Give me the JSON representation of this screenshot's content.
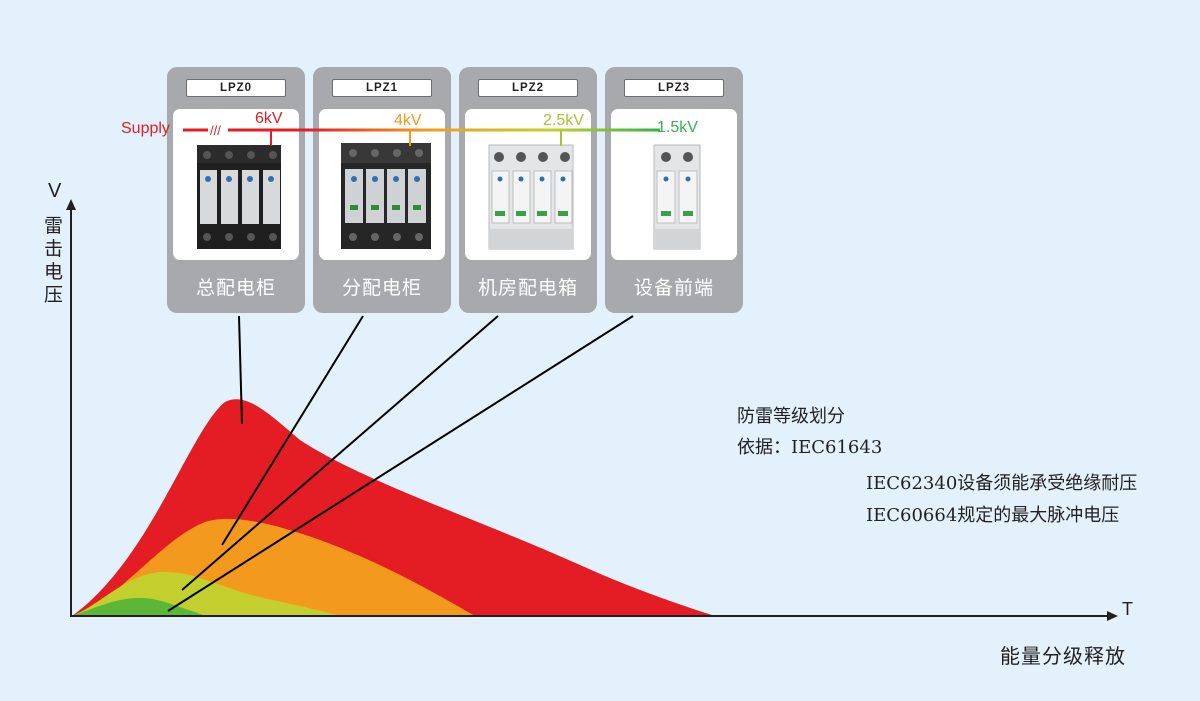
{
  "axes": {
    "y_symbol": "V",
    "y_label": "雷击电压",
    "x_symbol": "T",
    "x_label": "能量分级释放"
  },
  "supply_label": "Supply",
  "panels": [
    {
      "zone": "LPZ0",
      "voltage": "6kV",
      "name": "总配电柜",
      "color": "#e31d23"
    },
    {
      "zone": "LPZ1",
      "voltage": "4kV",
      "name": "分配电柜",
      "color": "#f39a1e"
    },
    {
      "zone": "LPZ2",
      "voltage": "2.5kV",
      "name": "机房配电箱",
      "color": "#c3cf2c"
    },
    {
      "zone": "LPZ3",
      "voltage": "1.5kV",
      "name": "设备前端",
      "color": "#5ab738"
    }
  ],
  "notes": {
    "title": "防雷等级划分",
    "basis": "依据：IEC61643",
    "line2": "IEC62340设备须能承受绝缘耐压",
    "line3": "IEC60664规定的最大脉冲电压"
  }
}
